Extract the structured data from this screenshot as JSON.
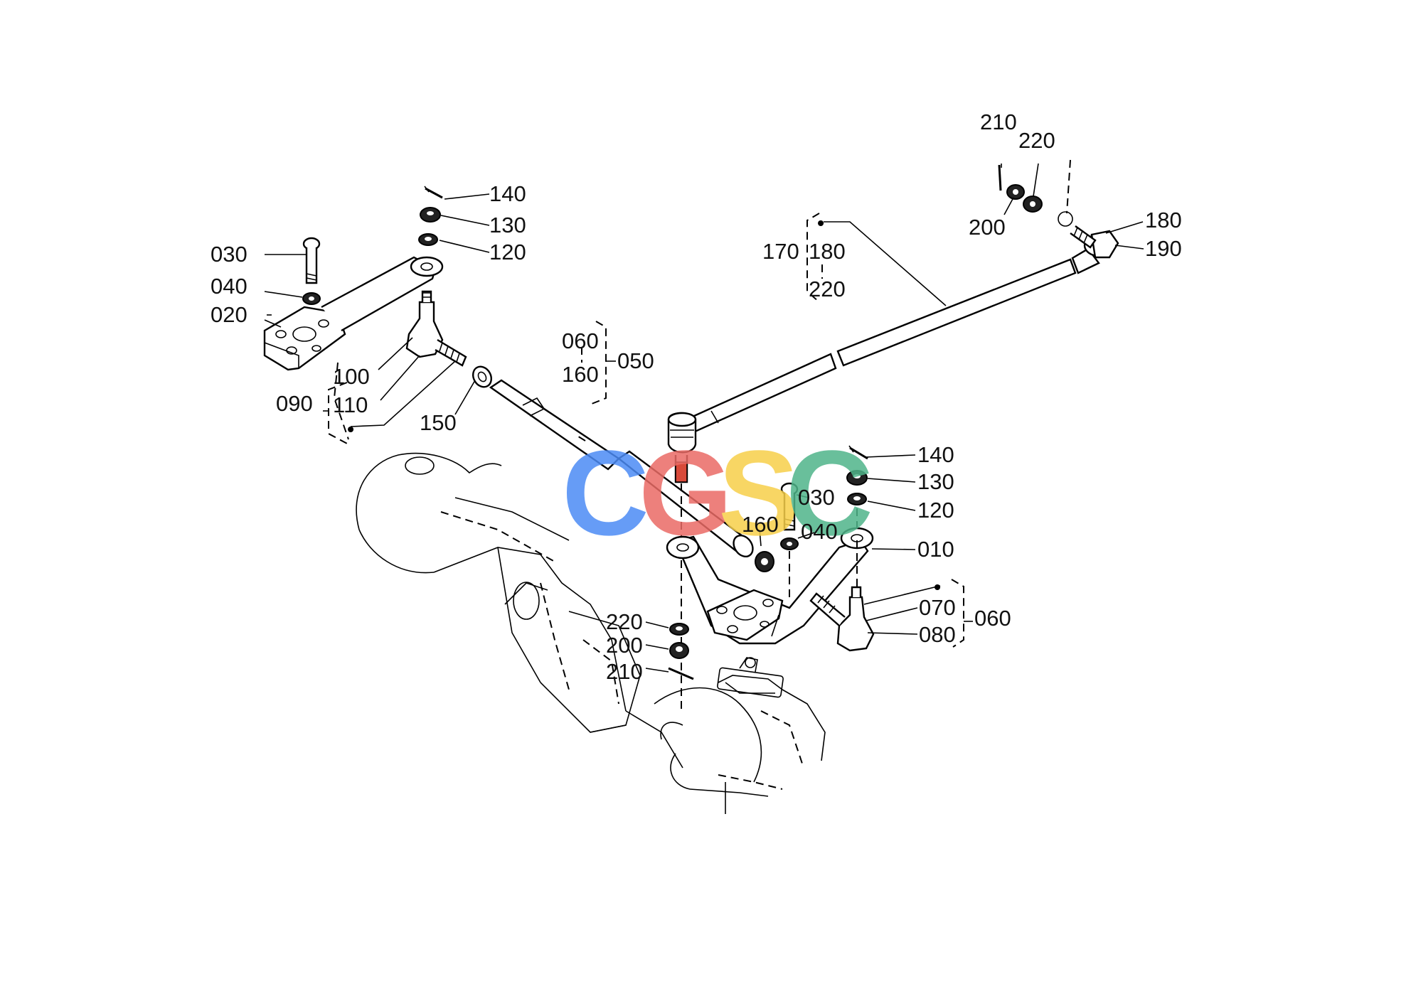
{
  "watermark": {
    "letters": [
      "C",
      "G",
      "S",
      "C"
    ],
    "colors": [
      "#4c8bf5",
      "#ea6b66",
      "#f7cf4a",
      "#4fb58a"
    ]
  },
  "callouts": {
    "c010": "010",
    "c020": "020",
    "c030_left": "030",
    "c030_mid": "030",
    "c040_left": "040",
    "c040_mid": "040",
    "c050": "050",
    "c060_top": "060",
    "c060_right": "060",
    "c070": "070",
    "c080": "080",
    "c090": "090",
    "c100": "100",
    "c110": "110",
    "c120_left": "120",
    "c120_right": "120",
    "c130_left": "130",
    "c130_right": "130",
    "c140_left": "140",
    "c140_right": "140",
    "c150": "150",
    "c160_top": "160",
    "c160_mid": "160",
    "c170": "170",
    "c180_top": "180",
    "c180_right": "180",
    "c190": "190",
    "c200_top": "200",
    "c200_bottom": "200",
    "c210_top": "210",
    "c210_bottom": "210",
    "c220_top": "220",
    "c220_group": "220",
    "c220_bottom": "220"
  }
}
